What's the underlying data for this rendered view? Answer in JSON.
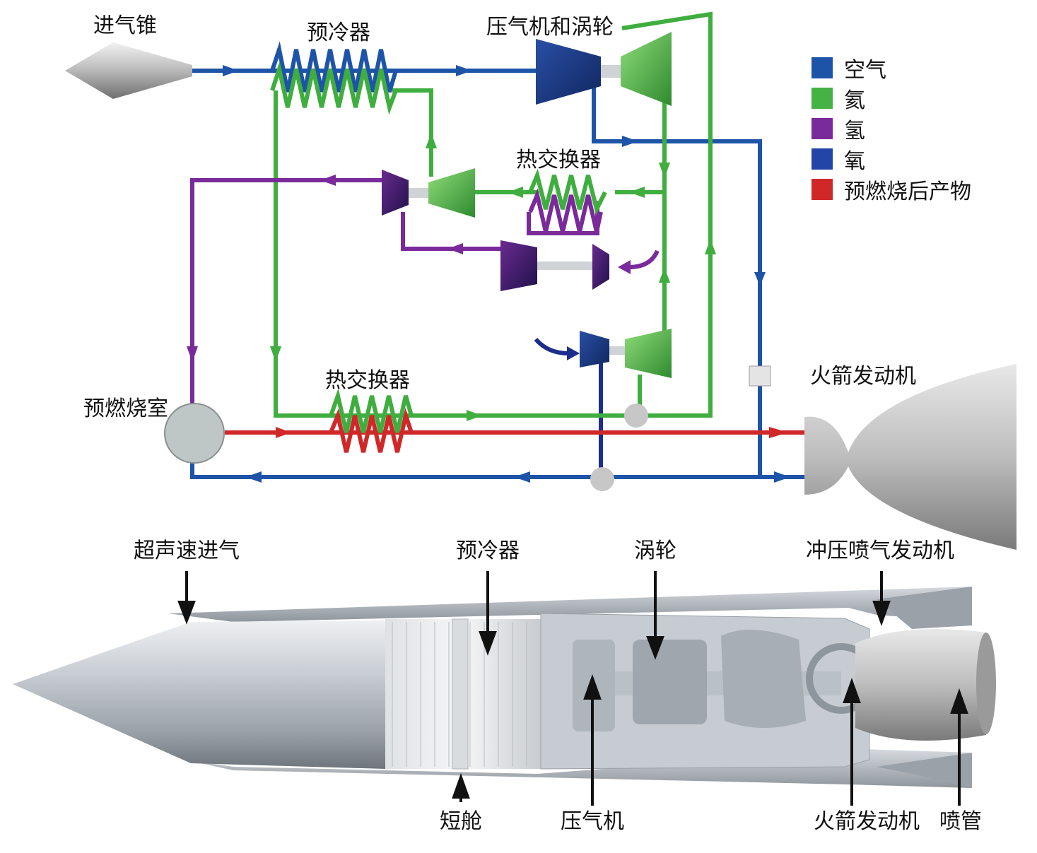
{
  "top_diagram": {
    "labels": {
      "intake_cone": "进气锥",
      "precooler": "预冷器",
      "compressor_turbine": "压气机和涡轮",
      "heat_exchanger_upper": "热交换器",
      "heat_exchanger_lower": "热交换器",
      "preburner": "预燃烧室",
      "rocket_engine": "火箭发动机"
    },
    "legend": [
      {
        "label": "空气",
        "color": "#1e54a8"
      },
      {
        "label": "氦",
        "color": "#45b245"
      },
      {
        "label": "氢",
        "color": "#7a2a9a"
      },
      {
        "label": "氧",
        "color": "#2345a8"
      },
      {
        "label": "预燃烧后产物",
        "color": "#d02828"
      }
    ]
  },
  "bottom_diagram": {
    "labels": {
      "supersonic_intake": "超声速进气",
      "precooler": "预冷器",
      "turbine": "涡轮",
      "ramjet": "冲压喷气发动机",
      "nacelle": "短舱",
      "compressor": "压气机",
      "rocket_engine": "火箭发动机",
      "nozzle": "喷管"
    }
  }
}
